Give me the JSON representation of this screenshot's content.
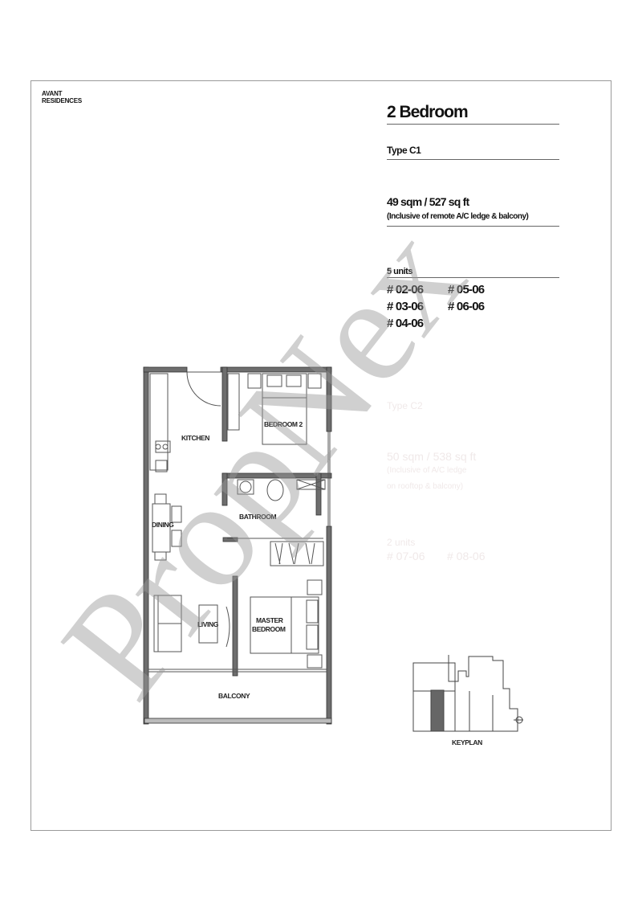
{
  "brand": {
    "line1": "AVANT",
    "line2": "RESIDENCES"
  },
  "unit": {
    "title": "2 Bedroom",
    "type": "Type C1",
    "area": "49 sqm / 527 sq ft",
    "area_note": "(Inclusive of remote A/C ledge & balcony)",
    "units_count": "5 units",
    "unit_numbers": [
      "# 02-06",
      "# 05-06",
      "# 03-06",
      "# 06-06",
      "# 04-06"
    ]
  },
  "faded_unit": {
    "type": "Type C2",
    "area": "50 sqm / 538 sq ft",
    "area_note_1": "(Inclusive of A/C ledge",
    "area_note_2": "on rooftop & balcony)",
    "units_count": "2 units",
    "unit_numbers": [
      "# 07-06",
      "# 08-06"
    ]
  },
  "floorplan": {
    "rooms": {
      "kitchen": "KITCHEN",
      "bedroom2": "BEDROOM 2",
      "bathroom": "BATHROOM",
      "dining": "DINING",
      "living": "LIVING",
      "master1": "MASTER",
      "master2": "BEDROOM",
      "balcony": "BALCONY"
    }
  },
  "keyplan": {
    "label": "KEYPLAN"
  },
  "watermark": "PropNex"
}
